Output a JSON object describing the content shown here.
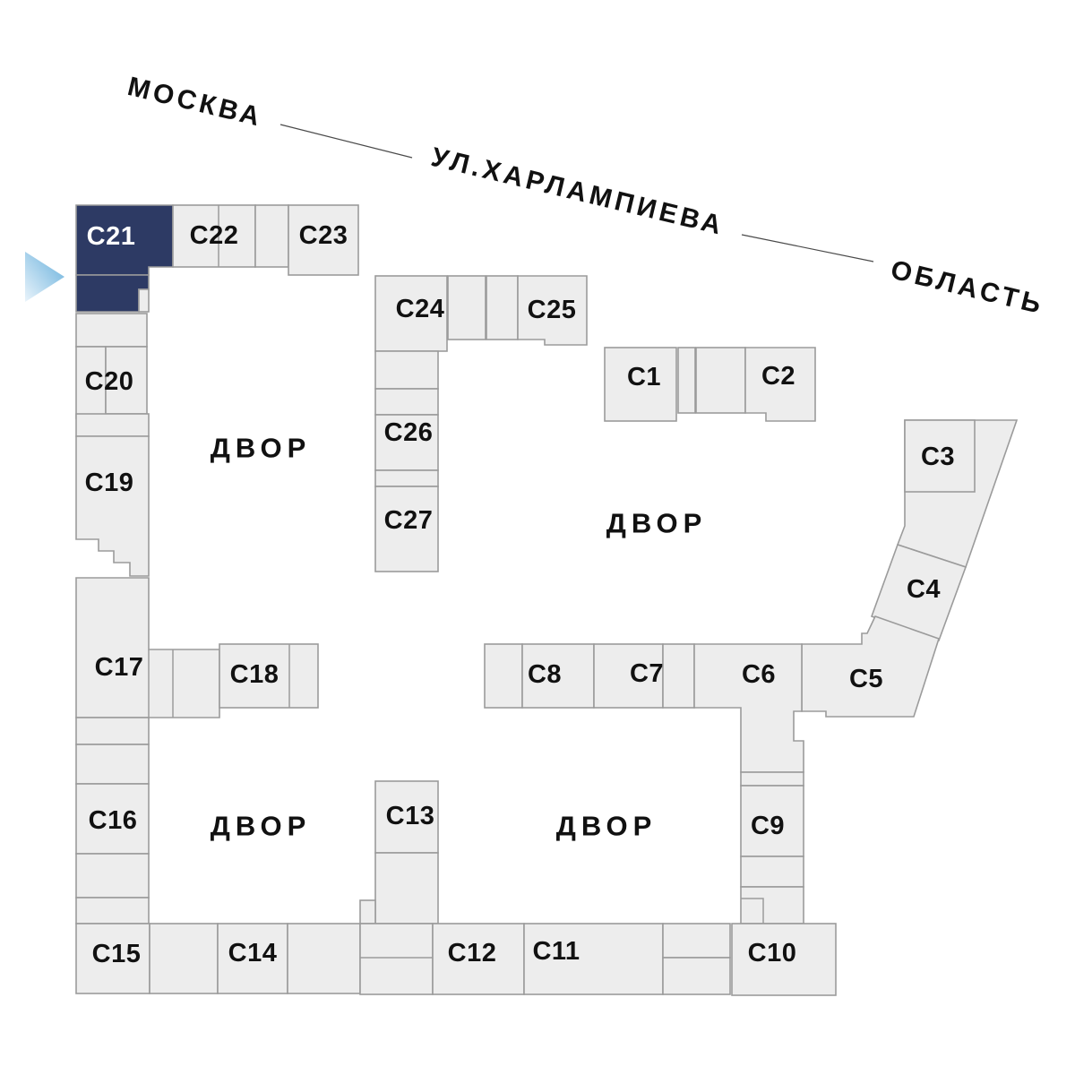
{
  "street": {
    "moscow": "МОСКВА",
    "kharlampieva": "УЛ.ХАРЛАМПИЕВА",
    "oblast": "ОБЛАСТЬ"
  },
  "courtyards": [
    {
      "label": "ДВОР"
    },
    {
      "label": "ДВОР"
    },
    {
      "label": "ДВОР"
    },
    {
      "label": "ДВОР"
    }
  ],
  "selection": {
    "selected_building": "С21"
  },
  "colors": {
    "block_fill": "#ededed",
    "block_stroke": "#9b9b9b",
    "selected_fill": "#2d3a64",
    "label_color": "#111111",
    "selected_label_color": "#ffffff",
    "arrow_color": "#64aedb",
    "arrow_fade_color": "#eaf4fb",
    "background": "#ffffff"
  },
  "buildings": [
    {
      "id": "c1",
      "label": "С1"
    },
    {
      "id": "c2",
      "label": "С2"
    },
    {
      "id": "c3",
      "label": "С3"
    },
    {
      "id": "c4",
      "label": "С4"
    },
    {
      "id": "c5",
      "label": "С5"
    },
    {
      "id": "c6",
      "label": "С6"
    },
    {
      "id": "c7",
      "label": "С7"
    },
    {
      "id": "c8",
      "label": "С8"
    },
    {
      "id": "c9",
      "label": "С9"
    },
    {
      "id": "c10",
      "label": "С10"
    },
    {
      "id": "c11",
      "label": "С11"
    },
    {
      "id": "c12",
      "label": "С12"
    },
    {
      "id": "c13",
      "label": "С13"
    },
    {
      "id": "c14",
      "label": "С14"
    },
    {
      "id": "c15",
      "label": "С15"
    },
    {
      "id": "c16",
      "label": "С16"
    },
    {
      "id": "c17",
      "label": "С17"
    },
    {
      "id": "c18",
      "label": "С18"
    },
    {
      "id": "c19",
      "label": "С19"
    },
    {
      "id": "c20",
      "label": "С20"
    },
    {
      "id": "c21",
      "label": "С21",
      "selected": true
    },
    {
      "id": "c22",
      "label": "С22"
    },
    {
      "id": "c23",
      "label": "С23"
    },
    {
      "id": "c24",
      "label": "С24"
    },
    {
      "id": "c25",
      "label": "С25"
    },
    {
      "id": "c26",
      "label": "С26"
    },
    {
      "id": "c27",
      "label": "С27"
    }
  ]
}
